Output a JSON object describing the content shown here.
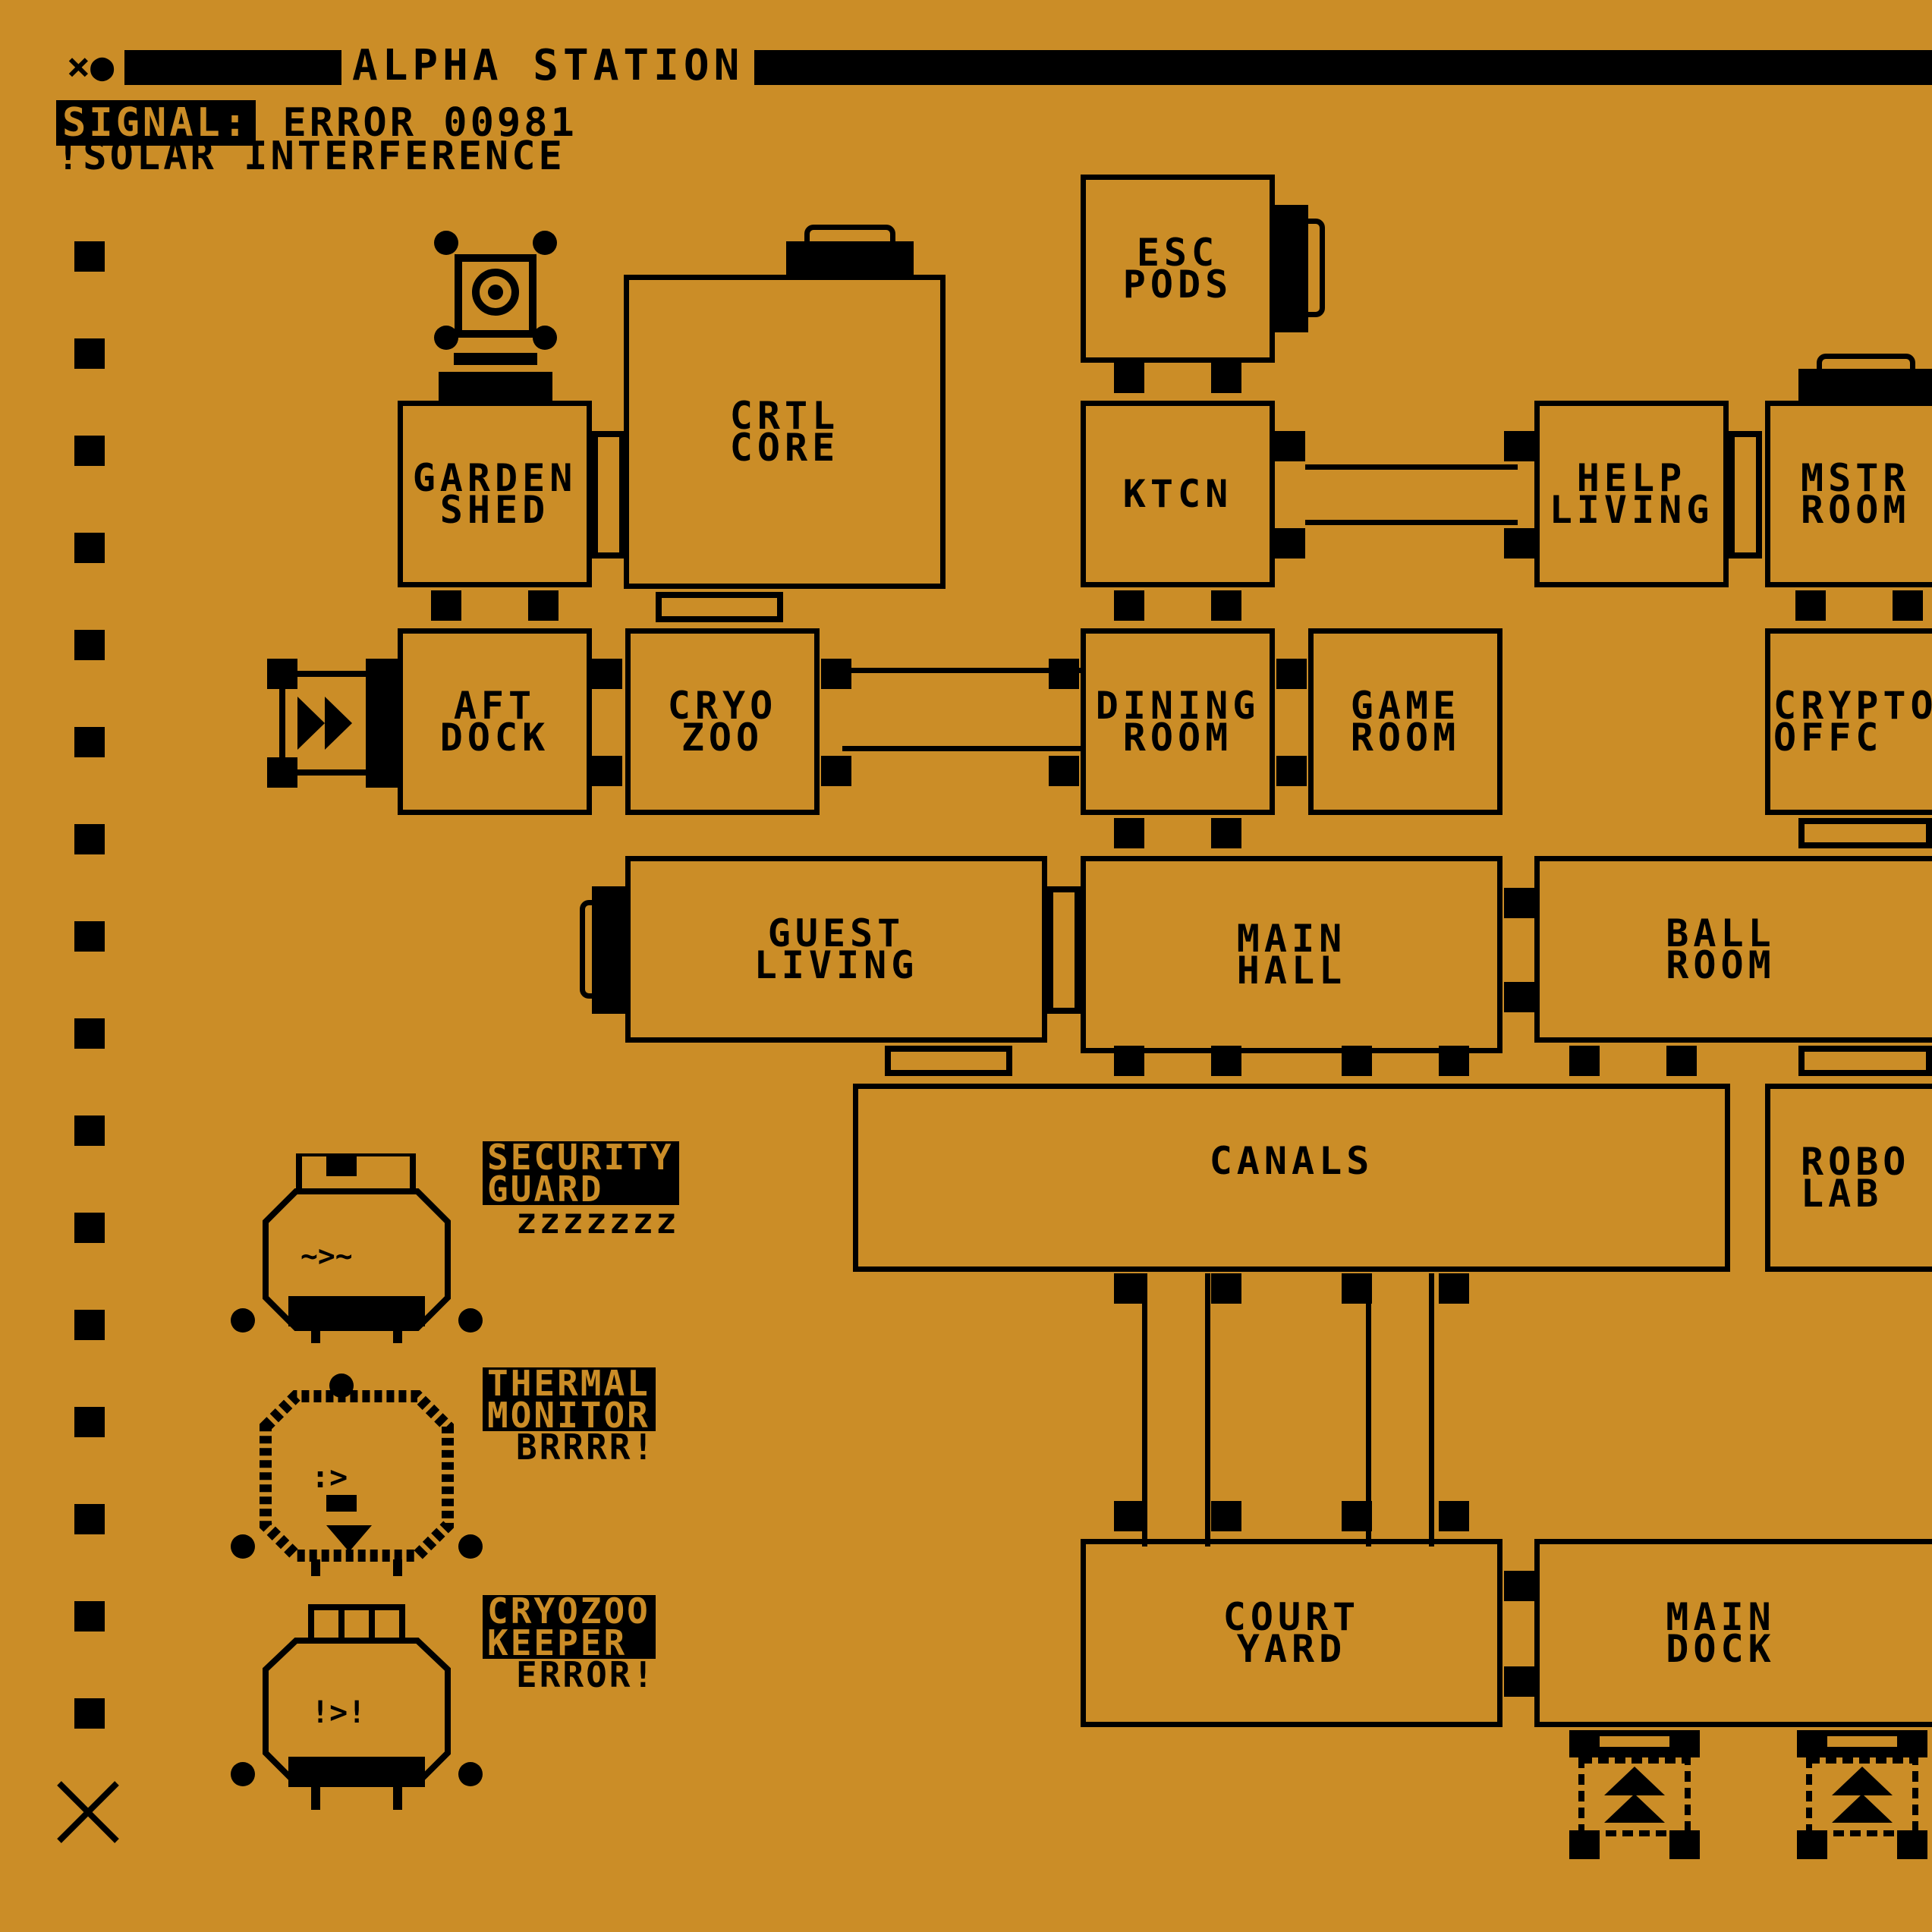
{
  "window": {
    "title": "ALPHA STATION",
    "close_glyph": "×●"
  },
  "status": {
    "signal_label": "SIGNAL:",
    "signal_value": "ERROR 00981",
    "message": "!SOLAR INTERFERENCE"
  },
  "rooms": {
    "esc_pods": "ESC\nPODS",
    "crtl_core": "CRTL\nCORE",
    "garden_shed": "GARDEN\nSHED",
    "ktcn": "KTCN",
    "help_living": "HELP\nLIVING",
    "mstr_room": "MSTR\nROOM",
    "aft_dock": "AFT\nDOCK",
    "cryo_zoo": "CRYO\nZOO",
    "dining_room": "DINING\nROOM",
    "game_room": "GAME\nROOM",
    "crypto_offc": "CRYPTO\nOFFC",
    "guest_living": "GUEST\nLIVING",
    "main_hall": "MAIN\nHALL",
    "ball_room": "BALL\nROOM",
    "canals": "CANALS",
    "robo_lab": "ROBO\nLAB",
    "court_yard": "COURT\nYARD",
    "main_dock": "MAIN\nDOCK"
  },
  "crew": [
    {
      "name": "SECURITY\nGUARD",
      "status": "zzzzzzz"
    },
    {
      "name": "THERMAL\nMONITOR",
      "status": "BRRRR!"
    },
    {
      "name": "CRYOZOO\nKEEPER",
      "status": "ERROR!"
    }
  ],
  "icons": {
    "menu_dots": "square-dot-icon",
    "exit": "close-x-icon",
    "dock_hatch": "airlock-icon",
    "launch_bay": "launch-pad-icon"
  },
  "colors": {
    "background": "#CB8D27",
    "ink": "#000000"
  }
}
